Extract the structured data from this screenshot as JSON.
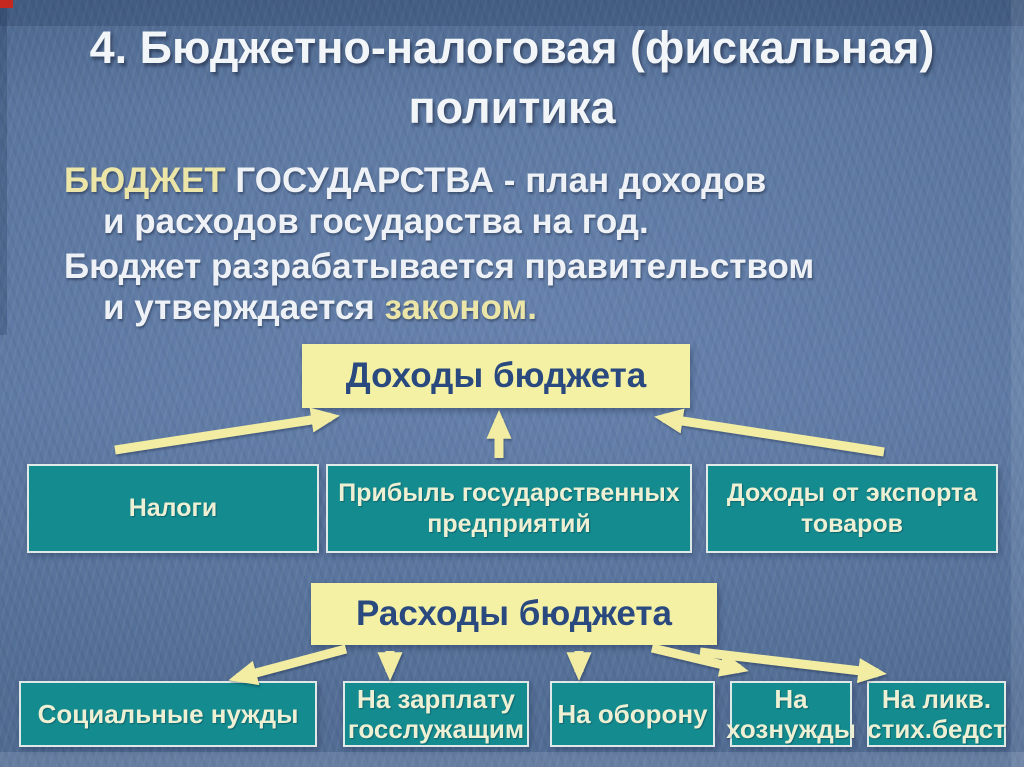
{
  "slide": {
    "title": {
      "line1": "4. Бюджетно-налоговая (фискальная)",
      "line2": "политика"
    },
    "definition": {
      "term": "БЮДЖЕТ",
      "line1_rest": " ГОСУДАРСТВА - план доходов",
      "line2": "и расходов государства на год."
    },
    "approval": {
      "line1": "Бюджет разрабатывается правительством",
      "line2_prefix": "и утверждается ",
      "line2_highlight": "законом."
    },
    "income": {
      "header": "Доходы бюджета",
      "items": [
        {
          "label": "Налоги"
        },
        {
          "label": "Прибыль государственных предприятий"
        },
        {
          "label": "Доходы от экспорта товаров"
        }
      ]
    },
    "expenses": {
      "header": "Расходы бюджета",
      "items": [
        {
          "label": "Социальные нужды"
        },
        {
          "label": "На зарплату госслужащим"
        },
        {
          "label": "На оборону"
        },
        {
          "label": "На хознужды"
        },
        {
          "label": "На ликв. стих.бедст"
        }
      ]
    },
    "colors": {
      "background": "#5a78a4",
      "teal_box": "#148b8e",
      "teal_box_text": "#eef0d4",
      "yellow_box": "#f5f1a4",
      "yellow_box_text": "#29497f",
      "body_text": "#eef2f6",
      "highlight_text": "#ece5a8",
      "arrow": "#f2eda2",
      "corner_accent": "#c4281e"
    }
  }
}
